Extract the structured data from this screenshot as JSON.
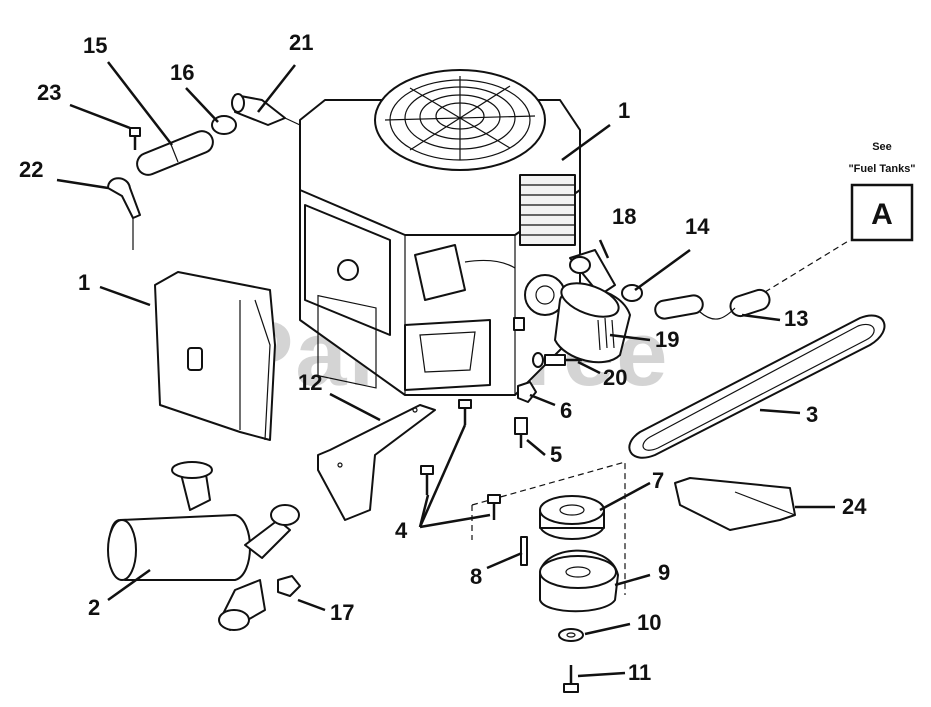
{
  "watermark": "PartsTree",
  "callout": {
    "see_line1": "See",
    "see_line2": "\"Fuel Tanks\"",
    "letter": "A"
  },
  "labels": {
    "p1_top": "1",
    "p1_left": "1",
    "p2": "2",
    "p3": "3",
    "p4": "4",
    "p5": "5",
    "p6": "6",
    "p7": "7",
    "p8": "8",
    "p9": "9",
    "p10": "10",
    "p11": "11",
    "p12": "12",
    "p13": "13",
    "p14": "14",
    "p15": "15",
    "p16": "16",
    "p17": "17",
    "p18": "18",
    "p19": "19",
    "p20": "20",
    "p21": "21",
    "p22": "22",
    "p23": "23",
    "p24": "24"
  }
}
